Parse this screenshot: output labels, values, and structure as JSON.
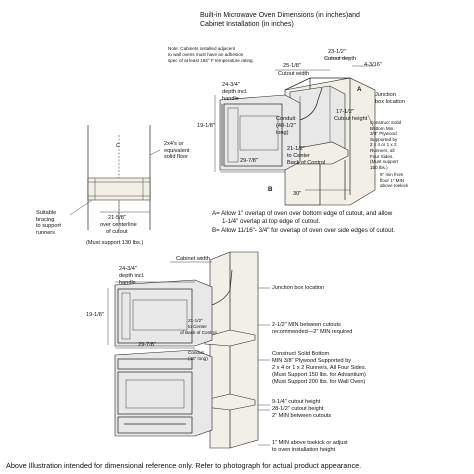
{
  "title": {
    "line1": "Built-in Microwave Oven Dimensions (in inches)and",
    "line2": "Cabinet Installation (in inches)"
  },
  "top_note": {
    "l1": "Note: Cabinets installed adjacent",
    "l2": "to wall ovens must have an adhesion",
    "l3": "spec of at least 194° F temperature rating."
  },
  "top_diagram": {
    "d_25_1_8": "25-1/8\"",
    "cutout_width": "Cutout width",
    "d_23_1_2": "23-1/2\"",
    "cutout_depth": "Cutout depth",
    "d_4_3_16": "4-3/16\"",
    "d_24_3_4": "24-3/4\"",
    "depth_incl": "depth incl.",
    "handle": "handle",
    "d_19_1_8": "19-1/8\"",
    "conduit": "Conduit",
    "conduit_len": "(48-1/2\"",
    "conduit_long": "long)",
    "d_29_7_8": "29-7/8\"",
    "d_21_1_2": "21-1/2\"",
    "to_center": "to Center",
    "back_control": "Back of Control",
    "d_17_1_2": "17-1/2\"",
    "cutout_height": "Cutout height",
    "d_30": "30\"",
    "junction": "Junction",
    "box_location": "box location",
    "construct": "Construct Solid\nBottom Min.\n3/8\" Plywood\nSupported by\n2 x 4 or 1 x 2\nRunners, all\nFour Sides.\n(Must support\n150 lbs.)",
    "min_note": "5\" min from\nfloor 1\" MIN\nabove toekick",
    "label_a": "A",
    "label_b": "B"
  },
  "side_diagram": {
    "c_mark": "C",
    "twobyfour": "2x4's or\nequivalent\nsolid floor",
    "bracing": "Suitable\nbracing\nto support\nrunners",
    "d_21_5_8": "21-5/8\"",
    "over_center": "over centerline",
    "of_cutout": "of cutout",
    "must_support": "(Must support 130 lbs.)"
  },
  "allow_notes": {
    "a_line1": "A= Allow 1\" overlap of oven over bottom edge of cutout, and allow",
    "a_line2": "1-1/4\" overlap at top edge of cutout.",
    "b_line": "B= Allow 11/16\"- 3/4\" for overlap of oven over side edges of cutout."
  },
  "bottom_diagram": {
    "cabinet_width": "Cabinet width",
    "d_24_3_4": "24-3/4\"",
    "depth_incl": "depth incl.",
    "handle": "handle",
    "d_19_1_8": "19-1/8\"",
    "d_29_7_8": "29-7/8\"",
    "d_21_1_2": "21-1/2\"",
    "to_center": "to Center",
    "back_control": "of Back of Control",
    "conduit": "Conduit",
    "conduit_len": "(46\" long)",
    "junction": "Junction box location",
    "min_between_1": "2-1/2\" MIN between cutouts",
    "rec_1": "recommended—2\" MIN required",
    "construct": "Construct Solid Bottom",
    "construct_2": "MIN 3/8\" Plywood Supported by",
    "construct_3": "2 x 4 or 1 x 2 Runners, All Four Sides.",
    "construct_4": "(Must Support 150 lbs. for Advantium)",
    "construct_5": "(Must Support 200 lbs. for Wall Oven)",
    "cut_h_1": "9-1/4\" cutout height",
    "cut_h_2": "28-1/2\" cutout height",
    "min_between_2": "2\" MIN between cutouts",
    "toe_1": "1\" MIN above toekick or adjust",
    "toe_2": "to oven installation height"
  },
  "footer": "Above Illustration intended for dimensional reference only. Refer to photograph for actual product appearance."
}
